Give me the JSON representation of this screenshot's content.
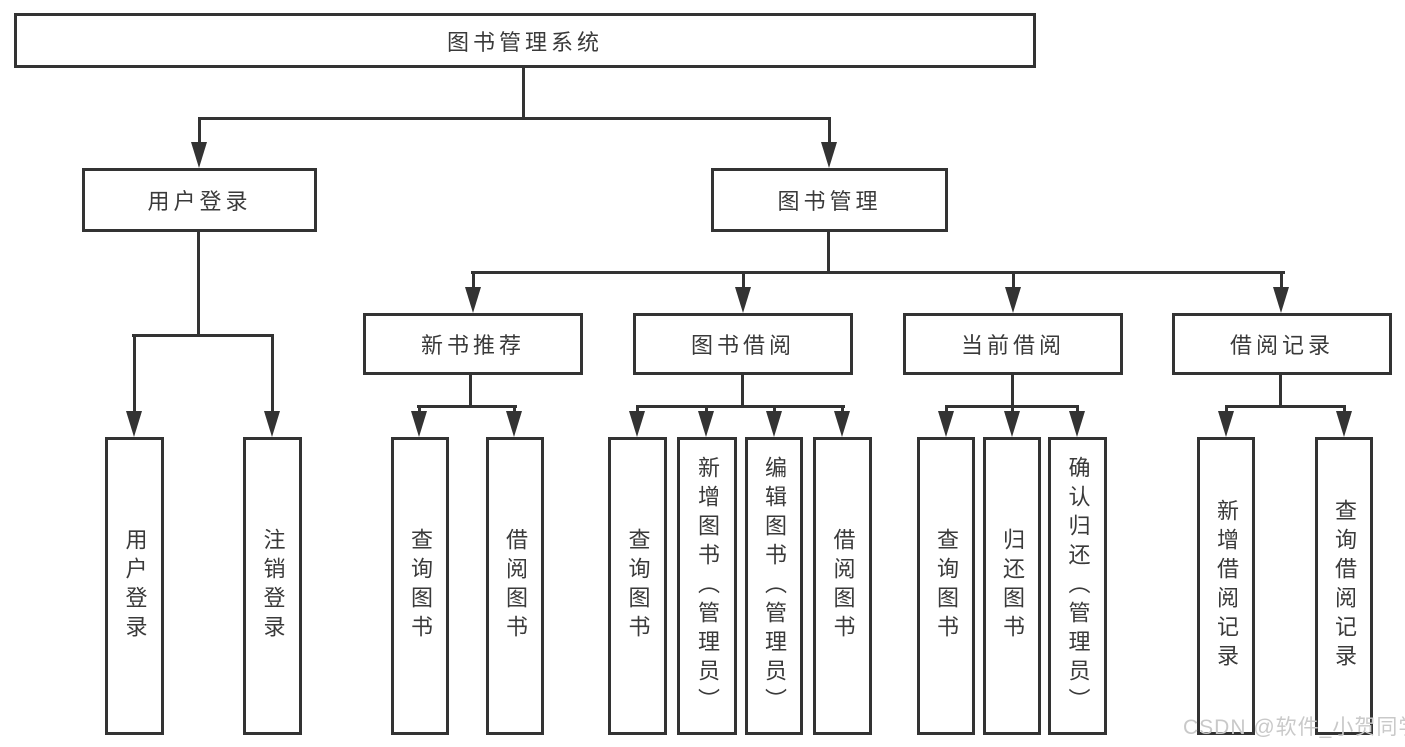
{
  "tree": {
    "label": "图书管理系统",
    "children": [
      {
        "label": "用户登录",
        "children": [
          {
            "label": "用户登录"
          },
          {
            "label": "注销登录"
          }
        ]
      },
      {
        "label": "图书管理",
        "children": [
          {
            "label": "新书推荐",
            "children": [
              {
                "label": "查询图书"
              },
              {
                "label": "借阅图书"
              }
            ]
          },
          {
            "label": "图书借阅",
            "children": [
              {
                "label": "查询图书"
              },
              {
                "label": "新增图书（管理员）"
              },
              {
                "label": "编辑图书（管理员）"
              },
              {
                "label": "借阅图书"
              }
            ]
          },
          {
            "label": "当前借阅",
            "children": [
              {
                "label": "查询图书"
              },
              {
                "label": "归还图书"
              },
              {
                "label": "确认归还（管理员）"
              }
            ]
          },
          {
            "label": "借阅记录",
            "children": [
              {
                "label": "新增借阅记录"
              },
              {
                "label": "查询借阅记录"
              }
            ]
          }
        ]
      }
    ]
  },
  "watermark": {
    "text": "CSDN @软件_小贺同学"
  },
  "colors": {
    "line": "#333333",
    "text": "#3a3a3a",
    "watermark": "#c9c9c9",
    "background": "#ffffff"
  }
}
